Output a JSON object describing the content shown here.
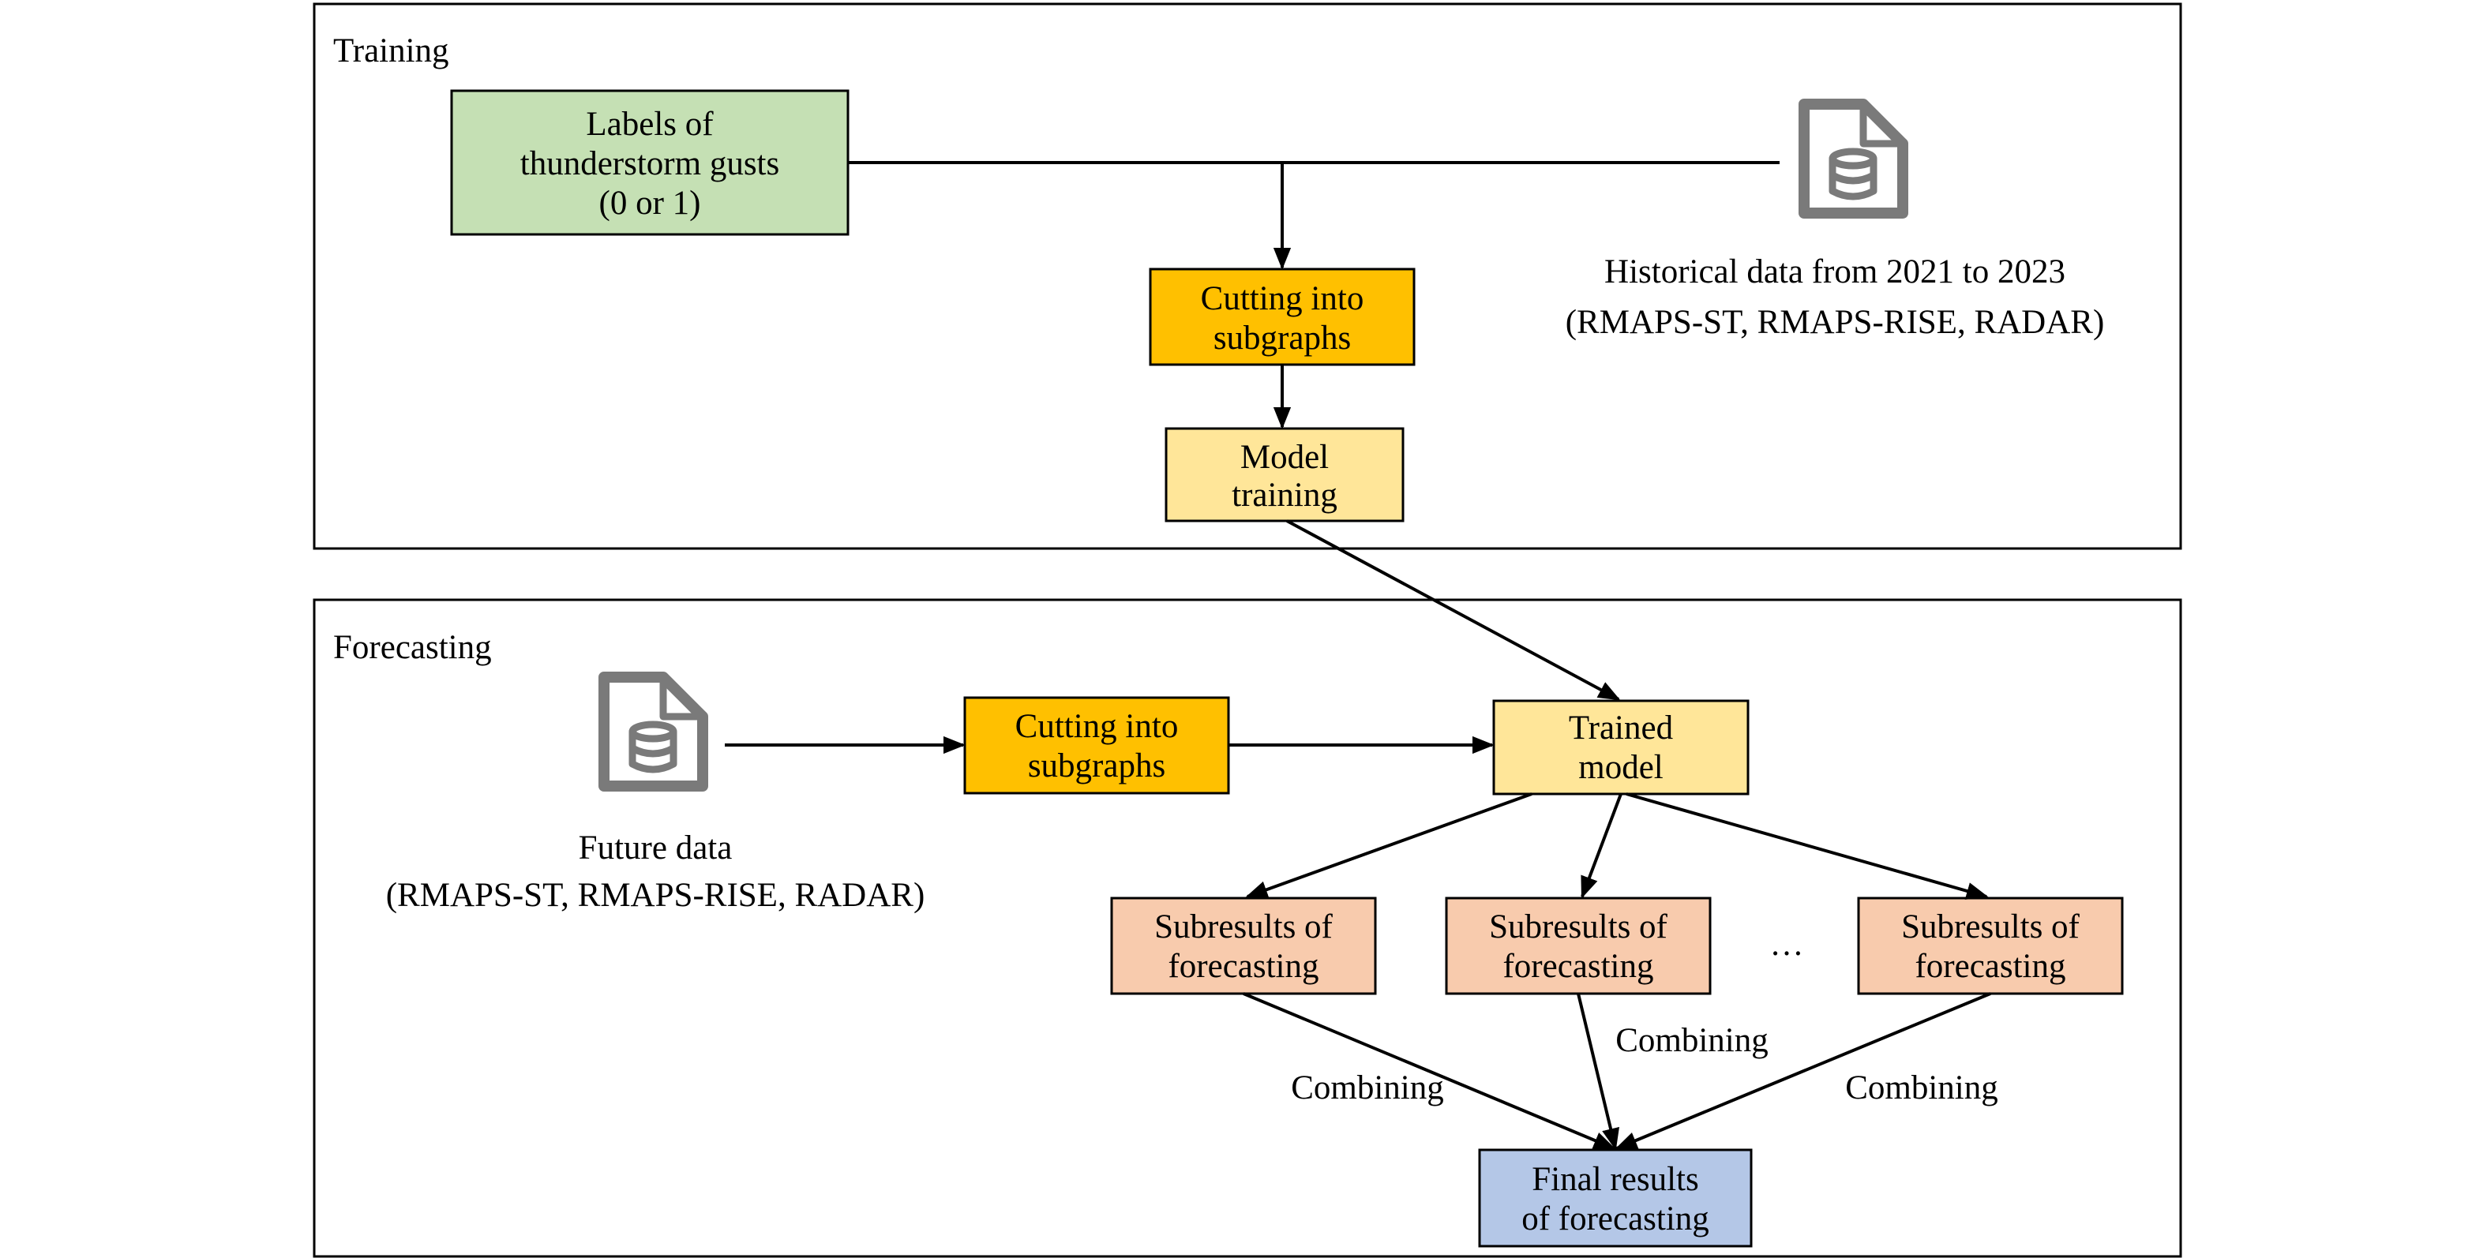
{
  "colors": {
    "labels_box": "#c5e0b4",
    "cutting_box": "#ffc000",
    "model_box": "#ffe699",
    "subresult_box": "#f8cbad",
    "final_box": "#b4c7e7",
    "icon_gray": "#7a7a7a"
  },
  "training": {
    "title": "Training",
    "labels_box": {
      "line1": "Labels of",
      "line2": "thunderstorm gusts",
      "line3": "(0 or 1)"
    },
    "data_icon": "database-file-icon",
    "historical": {
      "line1": "Historical data from 2021 to 2023",
      "line2": "(RMAPS-ST, RMAPS-RISE, RADAR)"
    },
    "cutting": {
      "line1": "Cutting into",
      "line2": "subgraphs"
    },
    "model_training": {
      "line1": "Model",
      "line2": "training"
    }
  },
  "forecasting": {
    "title": "Forecasting",
    "data_icon": "database-file-icon",
    "future": {
      "line1": "Future data",
      "line2": "(RMAPS-ST, RMAPS-RISE, RADAR)"
    },
    "cutting": {
      "line1": "Cutting into",
      "line2": "subgraphs"
    },
    "trained_model": {
      "line1": "Trained",
      "line2": "model"
    },
    "subresults": [
      {
        "line1": "Subresults of",
        "line2": "forecasting"
      },
      {
        "line1": "Subresults of",
        "line2": "forecasting"
      },
      {
        "line1": "Subresults of",
        "line2": "forecasting"
      }
    ],
    "ellipsis": "…",
    "combining_labels": [
      "Combining",
      "Combining",
      "Combining"
    ],
    "final": {
      "line1": "Final results",
      "line2": "of forecasting"
    }
  }
}
